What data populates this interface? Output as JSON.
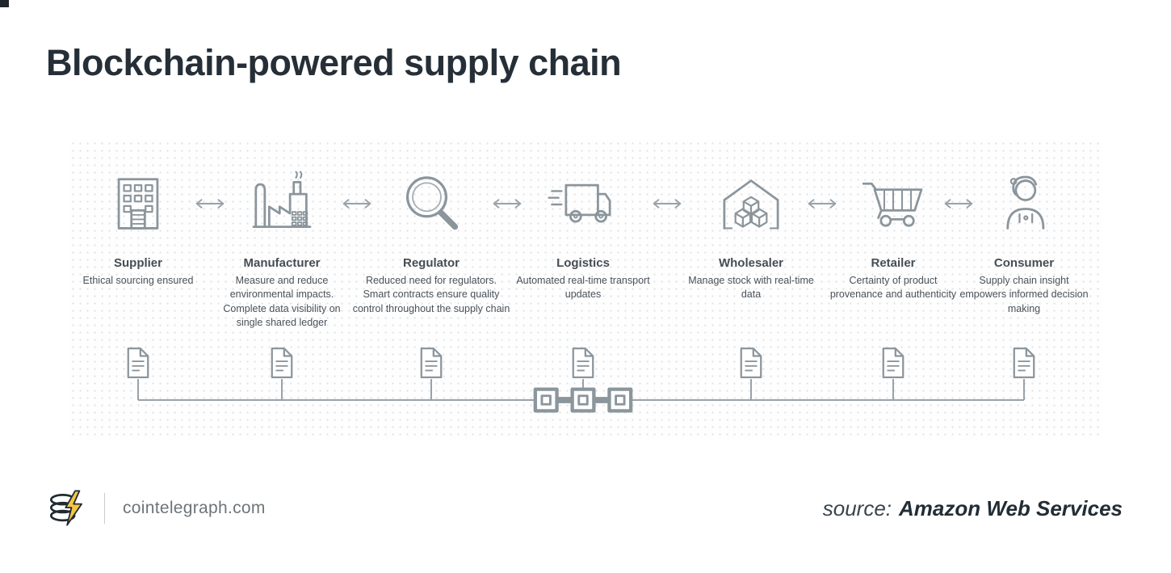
{
  "title": "Blockchain-powered supply chain",
  "diagram": {
    "stages": [
      {
        "name": "Supplier",
        "icon": "supplier-building-icon",
        "description": "Ethical sourcing ensured"
      },
      {
        "name": "Manufacturer",
        "icon": "manufacturer-factory-icon",
        "description": "Measure and reduce environmental impacts. Complete data visibility on single shared ledger"
      },
      {
        "name": "Regulator",
        "icon": "regulator-magnifier-icon",
        "description": "Reduced need for regulators. Smart contracts ensure quality control throughout the supply chain"
      },
      {
        "name": "Logistics",
        "icon": "logistics-truck-icon",
        "description": "Automated real-time transport updates"
      },
      {
        "name": "Wholesaler",
        "icon": "wholesaler-warehouse-icon",
        "description": "Manage stock with real-time data"
      },
      {
        "name": "Retailer",
        "icon": "retailer-cart-icon",
        "description": "Certainty of product provenance and authenticity"
      },
      {
        "name": "Consumer",
        "icon": "consumer-person-icon",
        "description": "Supply chain insight empowers informed decision making"
      }
    ],
    "connector_icons": {
      "document": "document-icon",
      "blockchain": "blockchain-chain-icon",
      "arrow": "double-arrow-icon"
    }
  },
  "footer": {
    "logo": "cointelegraph-logo",
    "site": "cointelegraph.com",
    "source_label": "source:",
    "source_name": "Amazon Web Services"
  },
  "colors": {
    "icon_gray": "#8b959c",
    "line_gray": "#9aa2a8",
    "title_dark": "#262f37",
    "text_dark": "#4a525a",
    "accent_yellow": "#f6c544",
    "dot_gray": "#dde2e5"
  }
}
